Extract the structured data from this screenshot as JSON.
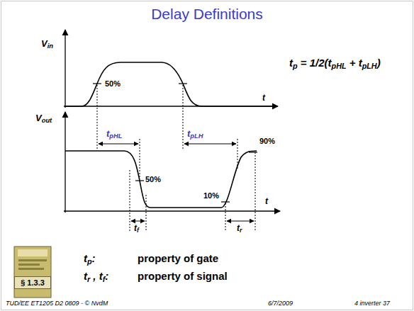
{
  "diagram": {
    "title": "Delay Definitions",
    "nodes": [
      {
        "text": [
          "§ 1.3.3"
        ]
      }
    ],
    "labels": [
      "Vin",
      "t",
      "50%",
      "tpHL",
      "tp = 1/2(tpHL + tpLH)",
      "Vout",
      "tpLH",
      "90%",
      "50%",
      "10%",
      "t",
      "tf",
      "tr",
      "tp:",
      "property of gate",
      "tr , tf:",
      "property of signal",
      "TUD/EE ET1205 D2 0809 - © NvdM",
      "6/7/2009",
      "4 inverter 37"
    ]
  }
}
